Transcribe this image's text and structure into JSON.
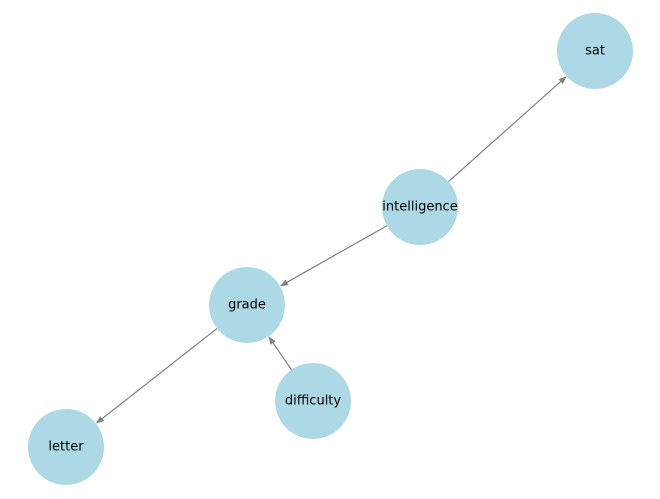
{
  "graph": {
    "directed": true,
    "nodes": [
      {
        "id": "sat",
        "label": "sat"
      },
      {
        "id": "intelligence",
        "label": "intelligence"
      },
      {
        "id": "grade",
        "label": "grade"
      },
      {
        "id": "difficulty",
        "label": "difficulty"
      },
      {
        "id": "letter",
        "label": "letter"
      }
    ],
    "edges": [
      {
        "source": "intelligence",
        "target": "sat"
      },
      {
        "source": "intelligence",
        "target": "grade"
      },
      {
        "source": "difficulty",
        "target": "grade"
      },
      {
        "source": "grade",
        "target": "letter"
      }
    ]
  },
  "colors": {
    "node_fill": "#add8e6",
    "edge": "#808080",
    "label": "#000000",
    "background": "#ffffff"
  }
}
